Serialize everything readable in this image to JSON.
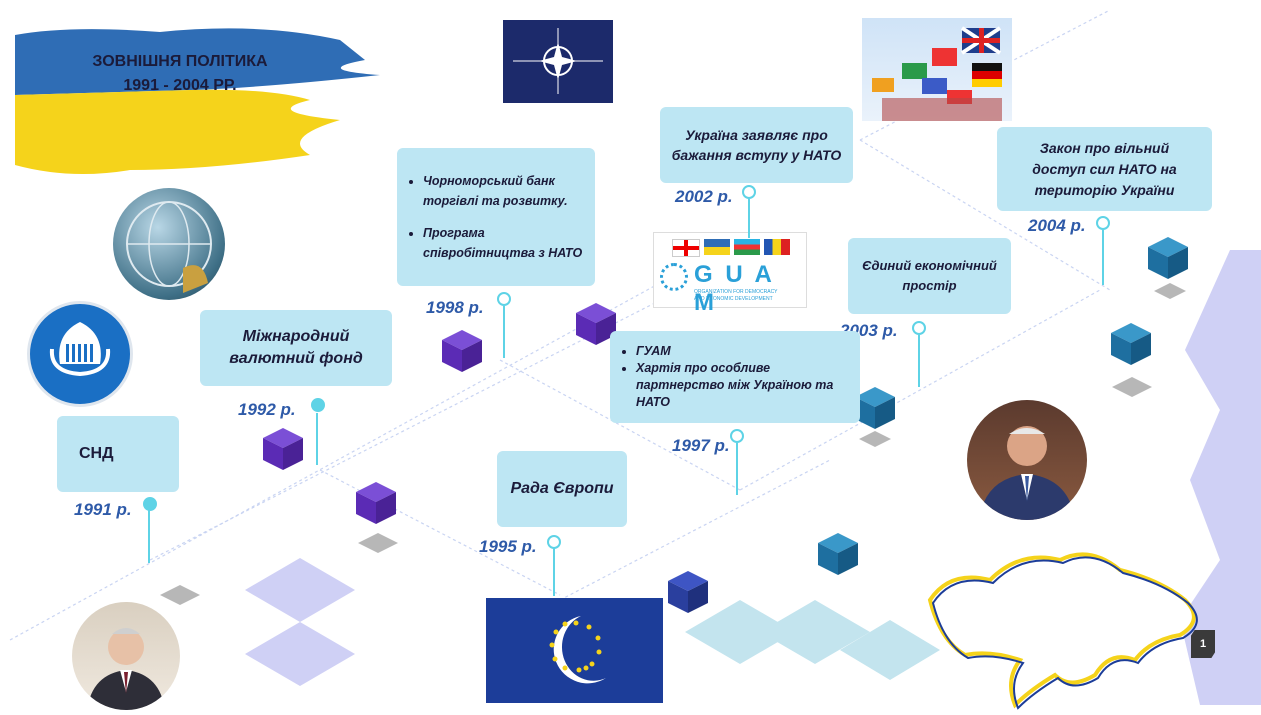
{
  "title": {
    "line1": "ЗОВНІШНЯ ПОЛІТИКА",
    "line2": "1991 - 2004 РР."
  },
  "events": {
    "e1991": {
      "text": "СНД",
      "year": "1991 р."
    },
    "e1992": {
      "text": "Міжнародний валютний фонд",
      "year": "1992 р."
    },
    "e1995": {
      "text": "Рада Європи",
      "year": "1995 р."
    },
    "e1997": {
      "items": [
        "ГУАМ",
        "Хартія про особливе партнерство між Україною та НАТО"
      ],
      "year": "1997 р."
    },
    "e1998": {
      "items": [
        "Чорноморський банк торгівлі та розвитку.",
        "Програма співробітництва з НАТО"
      ],
      "year": "1998 р."
    },
    "e2002": {
      "text": "Україна заявляє про бажання вступу у НАТО",
      "year": "2002 р."
    },
    "e2003": {
      "text": "Єдиний економічний простір",
      "year": "2003 р."
    },
    "e2004": {
      "text": "Закон про вільний доступ сил  НАТО на територію України",
      "year": "2004 р."
    }
  },
  "guam_logo": {
    "letters": "G U A M",
    "subtitle1": "ORGANIZATION FOR DEMOCRACY",
    "subtitle2": "AND ECONOMIC DEVELOPMENT"
  },
  "page_badge": "1",
  "colors": {
    "cube_purple": "#5b2bb5",
    "cube_blue": "#1e6fa0",
    "box_bg": "#bde6f3",
    "year_text": "#2e5aa8",
    "timeline": "#5ed3e6"
  }
}
